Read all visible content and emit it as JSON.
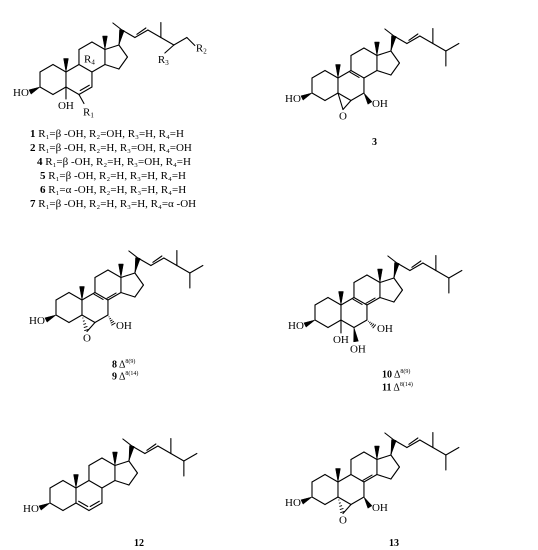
{
  "compound_labels": {
    "c3": "3",
    "c12": "12",
    "c13": "13"
  },
  "r_labels": {
    "r1": "R",
    "r1_sub": "1",
    "r2": "R",
    "r2_sub": "2",
    "r3": "R",
    "r3_sub": "3",
    "r4": "R",
    "r4_sub": "4"
  },
  "atom_labels": {
    "ho": "HO",
    "oh": "OH",
    "o": "O"
  },
  "substituent_table": [
    {
      "num": "1",
      "text": " R₁=β -OH, R₂=OH, R₃=H, R₄=H"
    },
    {
      "num": "2",
      "text": " R₁=β -OH, R₂=H, R₃=OH, R₄=OH"
    },
    {
      "num": "4",
      "text": " R₁=β -OH, R₂=H, R₃=OH, R₄=H"
    },
    {
      "num": "5",
      "text": " R₁=β -OH, R₂=H, R₃=H, R₄=H"
    },
    {
      "num": "6",
      "text": " R₁=α -OH, R₂=H, R₃=H, R₄=H"
    },
    {
      "num": "7",
      "text": " R₁=β -OH, R₂=H, R₃=H, R₄=α -OH"
    }
  ],
  "delta_labels": [
    {
      "num": "8",
      "symbol": " Δ",
      "position": "8(9)"
    },
    {
      "num": "9",
      "symbol": " Δ",
      "position": "8(14)"
    },
    {
      "num": "10",
      "symbol": " Δ",
      "position": "8(9)"
    },
    {
      "num": "11",
      "symbol": " Δ",
      "position": "8(14)"
    }
  ]
}
